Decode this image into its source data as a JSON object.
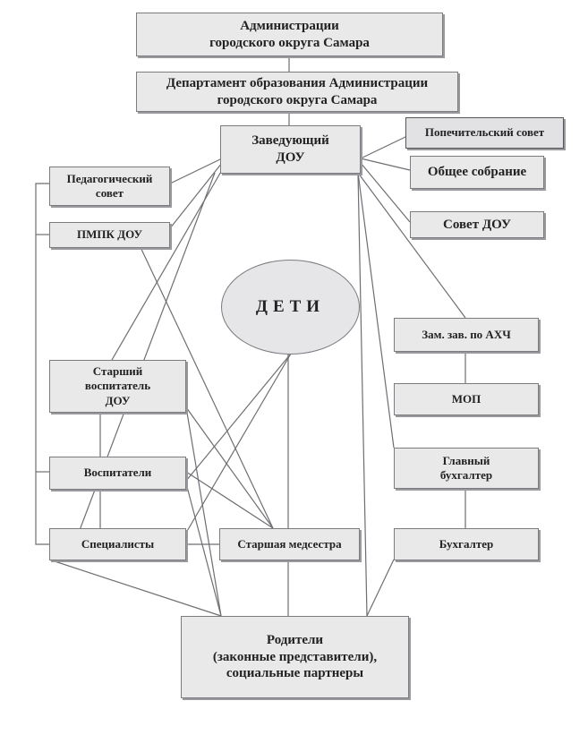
{
  "boxes": {
    "admin": "Администрации\nгородского округа Самара",
    "department": "Департамент образования Администрации\nгородского округа Самара",
    "head": "Заведующий\nДОУ",
    "trustees": "Попечительский совет",
    "general_meeting": "Общее собрание",
    "dou_council": "Совет ДОУ",
    "pedagogical_council": "Педагогический\nсовет",
    "pmpk": "ПМПК ДОУ",
    "children": "ДЕТИ",
    "deputy_ahch": "Зам. зав. по АХЧ",
    "mop": "МОП",
    "senior_educator": "Старший\nвоспитатель\nДОУ",
    "educators": "Воспитатели",
    "chief_accountant": "Главный\nбухгалтер",
    "specialists": "Специалисты",
    "senior_nurse": "Старшая медсестра",
    "accountant": "Бухгалтер",
    "parents": "Родители\n(законные представители),\nсоциальные партнеры"
  }
}
